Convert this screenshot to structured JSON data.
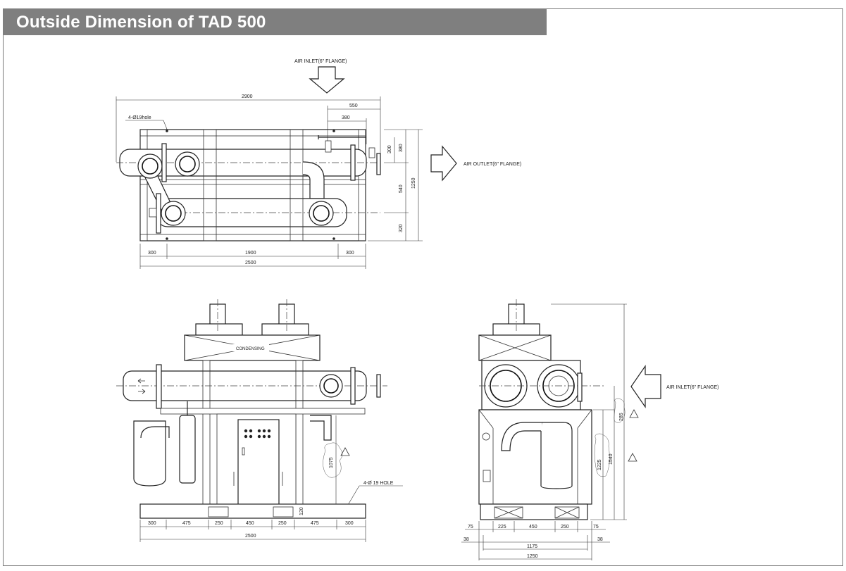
{
  "title": "Outside Dimension of TAD 500",
  "labels": {
    "air_inlet_top": "AIR INLET(6\" FLANGE)",
    "air_outlet": "AIR OUTLET(6\" FLANGE)",
    "air_inlet_side": "AIR INLET(6\" FLANGE)",
    "hole_top": "4-Ø19hole",
    "hole_front": "4-Ø 19 HOLE",
    "condensing": "CONDENSING"
  },
  "plan_dims": {
    "overall": "2900",
    "d550": "550",
    "d380": "380",
    "d300v": "300",
    "d380v": "380",
    "d540": "540",
    "d1250": "1250",
    "d320": "320",
    "left300": "300",
    "mid1900": "1900",
    "right300": "300",
    "base2500": "2500"
  },
  "front_dims": {
    "s1": "300",
    "s2": "475",
    "s3": "250",
    "s4": "450",
    "s5": "250",
    "s6": "475",
    "s7": "300",
    "total": "2500",
    "h120": "120",
    "h1075": "1075"
  },
  "side_dims": {
    "d75l": "75",
    "d225": "225",
    "d450": "450",
    "d250": "250",
    "d75r": "75",
    "d38l": "38",
    "d38r": "38",
    "d1175": "1175",
    "d1250": "1250",
    "h285": "285",
    "h1225": "1225",
    "h1540": "1540"
  }
}
